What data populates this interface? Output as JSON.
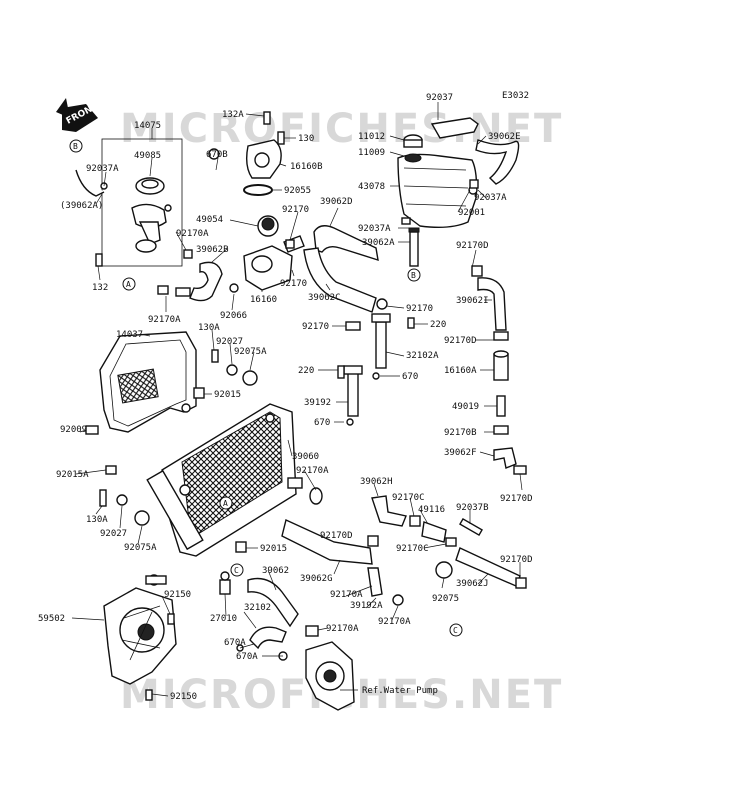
{
  "watermark": {
    "top": "MICROFICHES.NET",
    "bottom": "MICROFICHES.NET"
  },
  "diagram_code": "E3032",
  "front_label": "FRONT",
  "ref_label": "Ref.Water Pump",
  "callouts": {
    "c_92037_top": "92037",
    "c_132A": "132A",
    "c_130": "130",
    "c_11012": "11012",
    "c_11009": "11009",
    "c_39062E": "39062E",
    "c_14075": "14075",
    "c_49085": "49085",
    "c_670B": "670B",
    "c_16160B": "16160B",
    "c_92055": "92055",
    "c_43078": "43078",
    "c_92037A_r": "92037A",
    "c_92001": "92001",
    "c_92037A_l": "92037A",
    "c_39062A_l": "(39062A)",
    "c_49054": "49054",
    "c_92170_a": "92170",
    "c_39062D": "39062D",
    "c_92170A_a": "92170A",
    "c_39062B": "39062B",
    "c_92037A_m": "92037A",
    "c_39062A_m": "39062A",
    "c_92170D_a": "92170D",
    "c_132": "132",
    "c_16160": "16160",
    "c_92170_b": "92170",
    "c_39062C": "39062C",
    "c_39062I": "39062I",
    "c_92170A_b": "92170A",
    "c_92066": "92066",
    "c_92170_c": "92170",
    "c_220_a": "220",
    "c_130A_a": "130A",
    "c_14037": "14037",
    "c_92027_a": "92027",
    "c_92075A_a": "92075A",
    "c_92170_d": "92170",
    "c_92170D_b": "92170D",
    "c_32102A": "32102A",
    "c_220_b": "220",
    "c_670_a": "670",
    "c_16160A": "16160A",
    "c_92015_a": "92015",
    "c_39192": "39192",
    "c_49019": "49019",
    "c_92009": "92009",
    "c_670_b": "670",
    "c_92170B": "92170B",
    "c_39060": "39060",
    "c_39062F": "39062F",
    "c_92015A": "92015A",
    "c_92170A_c": "92170A",
    "c_92170D_c": "92170D",
    "c_39062H": "39062H",
    "c_130A_b": "130A",
    "c_92170C_a": "92170C",
    "c_49116": "49116",
    "c_92037B": "92037B",
    "c_92027_b": "92027",
    "c_92075A_b": "92075A",
    "c_92170D_d": "92170D",
    "c_92015_b": "92015",
    "c_92170C_b": "92170C",
    "c_92170D_e": "92170D",
    "c_39062": "39062",
    "c_39062G": "39062G",
    "c_92075": "92075",
    "c_39062J": "39062J",
    "c_92150_a": "92150",
    "c_92170A_d": "92170A",
    "c_39192A": "39192A",
    "c_59502": "59502",
    "c_27010": "27010",
    "c_32102": "32102",
    "c_92170A_e": "92170A",
    "c_92170A_f": "92170A",
    "c_670A_a": "670A",
    "c_670A_b": "670A",
    "c_92150_b": "92150"
  },
  "markers": {
    "m_A1": "A",
    "m_A2": "A",
    "m_B1": "B",
    "m_B2": "B",
    "m_C1": "C",
    "m_C2": "C"
  }
}
